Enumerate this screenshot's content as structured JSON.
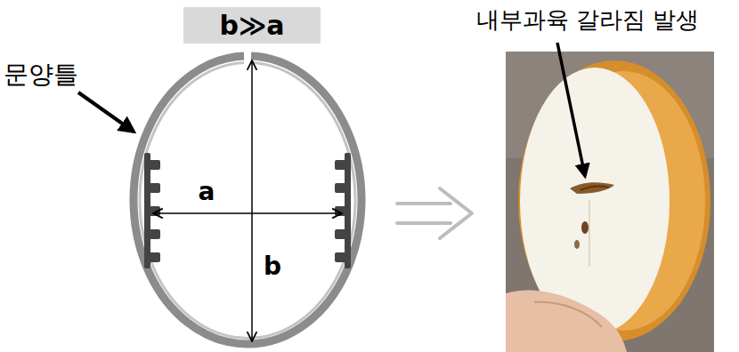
{
  "diagram": {
    "nodes": [
      {
        "text": [
          "b≫a"
        ]
      }
    ],
    "labels": [
      "문양틀",
      "a",
      "b",
      "내부과육 갈라짐 발생"
    ]
  }
}
